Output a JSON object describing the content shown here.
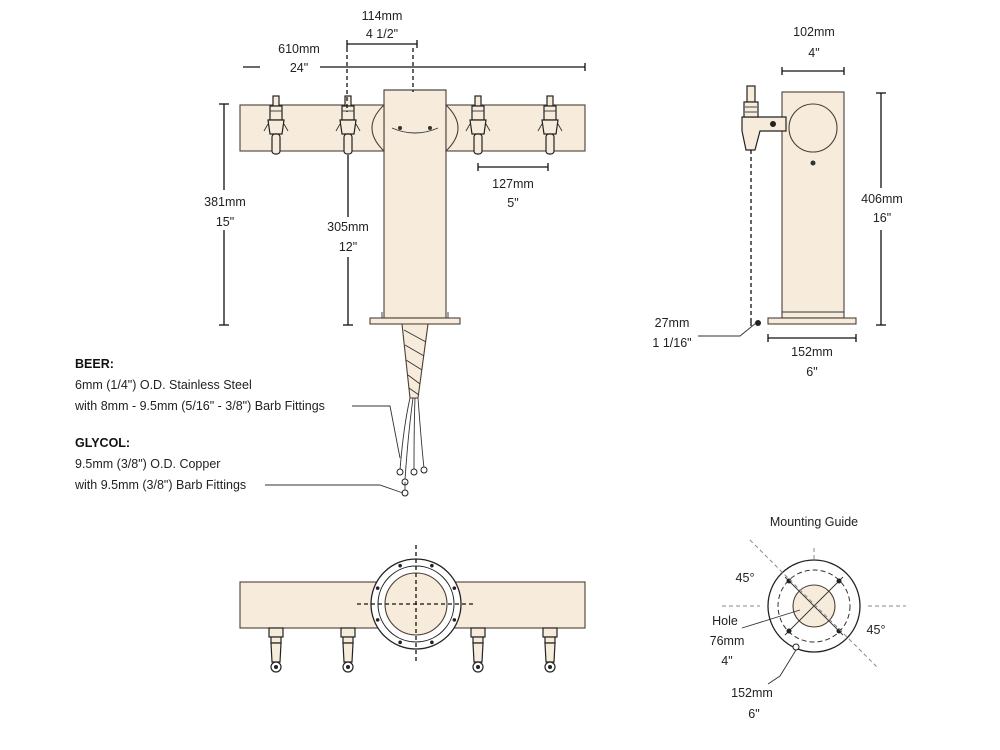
{
  "labels": {
    "top_width_mm": "114mm",
    "top_width_in": "4 1/2\"",
    "overall_width_mm": "610mm",
    "overall_width_in": "24\"",
    "height_mm": "381mm",
    "height_in": "15\"",
    "column_mm": "305mm",
    "column_in": "12\"",
    "tap_spacing_mm": "127mm",
    "tap_spacing_in": "5\"",
    "side_width_mm": "102mm",
    "side_width_in": "4\"",
    "side_height_mm": "406mm",
    "side_height_in": "16\"",
    "offset_mm": "27mm",
    "offset_in": "1 1/16\"",
    "base_mm": "152mm",
    "base_in": "6\""
  },
  "notes": {
    "beer_title": "BEER:",
    "beer_line1": "6mm (1/4\") O.D. Stainless Steel",
    "beer_line2": "with 8mm - 9.5mm (5/16\" - 3/8\") Barb Fittings",
    "glycol_title": "GLYCOL:",
    "glycol_line1": "9.5mm (3/8\") O.D. Copper",
    "glycol_line2": "with 9.5mm (3/8\") Barb Fittings"
  },
  "mounting": {
    "title": "Mounting Guide",
    "angle_top": "45°",
    "angle_right": "45°",
    "hole_label": "Hole",
    "hole_mm": "76mm",
    "hole_in": "4\"",
    "flange_mm": "152mm",
    "flange_in": "6\""
  }
}
